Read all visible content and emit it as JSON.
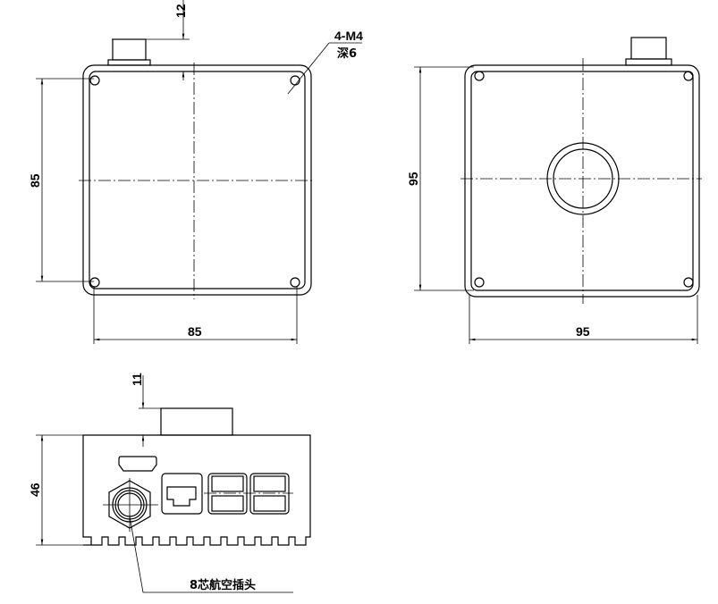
{
  "top_view": {
    "connector_offset": "12",
    "hole_spec_count": "4-M4",
    "hole_spec_depth": "深6",
    "height_dim": "85",
    "width_dim": "85"
  },
  "back_view": {
    "height_dim": "95",
    "width_dim": "95"
  },
  "side_view": {
    "connector_offset": "11",
    "height_dim": "46",
    "connector_label": "8芯航空插头"
  }
}
